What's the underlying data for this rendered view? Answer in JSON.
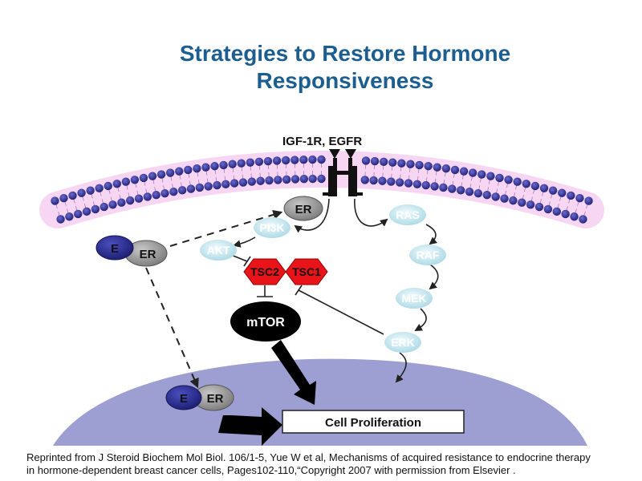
{
  "title": {
    "line1": "Strategies to Restore Hormone",
    "line2": "Responsiveness"
  },
  "receptor_label": "IGF-1R, EGFR",
  "nodes": {
    "er_membrane": "ER",
    "pi3k": "PI3K",
    "akt": "AKT",
    "e_cyto": "E",
    "er_cyto": "ER",
    "tsc2": "TSC2",
    "tsc1": "TSC1",
    "mtor": "mTOR",
    "ras": "RAS",
    "raf": "RAF",
    "mek": "MEK",
    "erk": "ERK",
    "e_nucleus": "E",
    "er_nucleus": "ER"
  },
  "outcome_label": "Cell Proliferation",
  "citation": {
    "line1": "Reprinted from J Steroid Biochem Mol Biol. 106/1-5, Yue W et al, Mechanisms of acquired resistance to endocrine therapy",
    "line2": "in hormone-dependent breast cancer cells, Pages102-110,“Copyright 2007 with permission from Elsevier ."
  },
  "colors": {
    "title": "#1c5e8f",
    "lipid_head": "#2a2a8a",
    "membrane_glow": "#f2c4ec",
    "nucleus": "#9d9ed1",
    "node_light_fill": "#d8f0f6",
    "node_light_text": "#ffffff",
    "tsc_fill": "#e8141a",
    "mtor_fill": "#000000",
    "estrogen_fill": "#2b2e8e",
    "er_fill": "#9a9a9a"
  }
}
